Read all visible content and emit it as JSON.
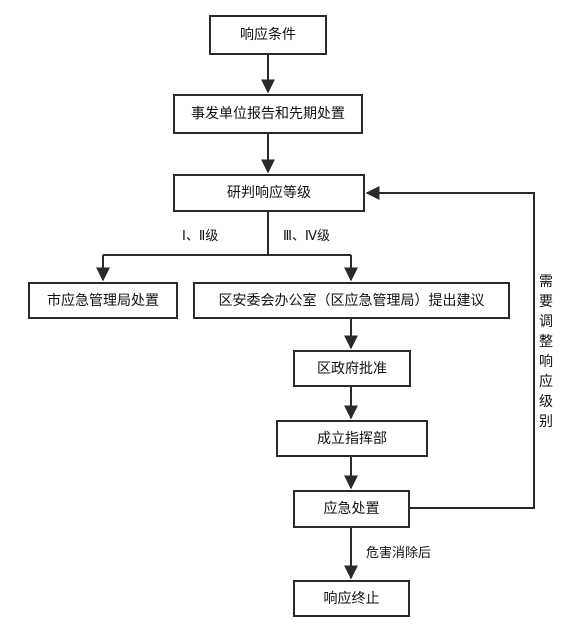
{
  "diagram": {
    "nodes": {
      "response_conditions": "响应条件",
      "incident_report": "事发单位报告和先期处置",
      "assess_level": "研判响应等级",
      "city_bureau": "市应急管理局处置",
      "district_committee": "区安委会办公室（区应急管理局）提出建议",
      "district_approval": "区政府批准",
      "command_center": "成立指挥部",
      "emergency_handling": "应急处置",
      "response_end": "响应终止"
    },
    "labels": {
      "levels_1_2": "Ⅰ、Ⅱ级",
      "levels_3_4": "Ⅲ、Ⅳ级",
      "adjust_level": "需要调整响应级别",
      "hazard_cleared": "危害消除后"
    },
    "colors": {
      "line": "#2a2a2a",
      "box_border": "#2a2a2a",
      "background": "#ffffff"
    }
  }
}
